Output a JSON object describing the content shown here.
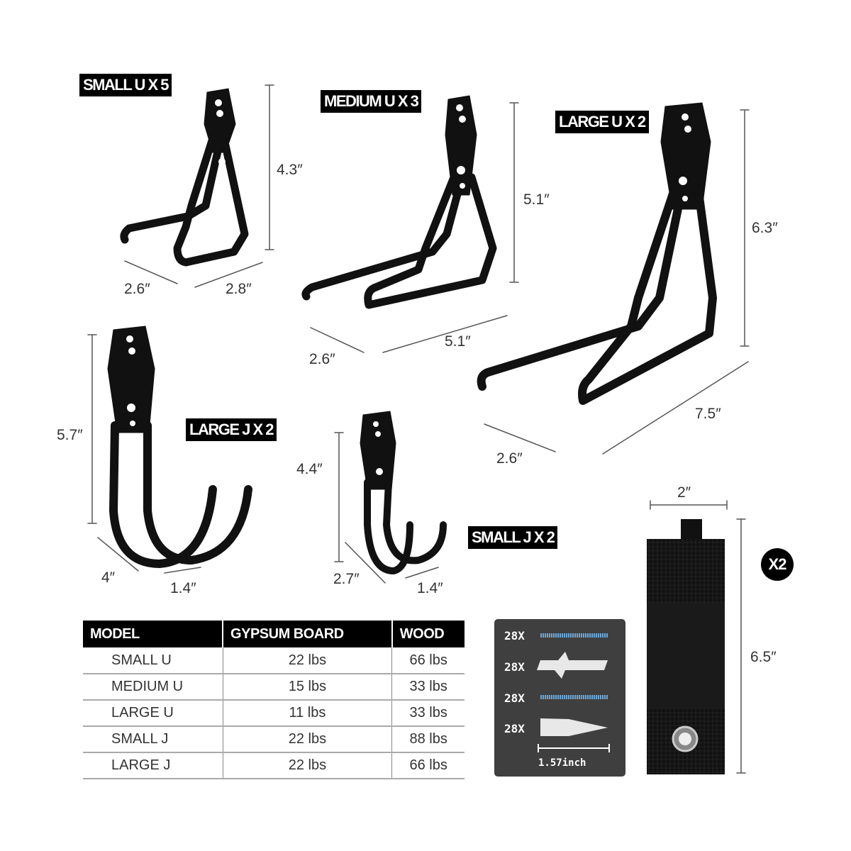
{
  "hooks": {
    "small_u": {
      "label": "SMALL U X 5",
      "height": "4.3″",
      "depth1": "2.6″",
      "depth2": "2.8″"
    },
    "medium_u": {
      "label": "MEDIUM U X 3",
      "height": "5.1″",
      "depth1": "2.6″",
      "depth2": "5.1″"
    },
    "large_u": {
      "label": "LARGE U X 2",
      "height": "6.3″",
      "depth1": "2.6″",
      "depth2": "7.5″"
    },
    "large_j": {
      "label": "LARGE J X 2",
      "height": "5.7″",
      "depth1": "4″",
      "depth2": "1.4″"
    },
    "small_j": {
      "label": "SMALL J X 2",
      "height": "4.4″",
      "depth1": "2.7″",
      "depth2": "1.4″"
    }
  },
  "strap": {
    "width": "2″",
    "height": "6.5″",
    "qty": "X2"
  },
  "screws": {
    "items": [
      "28X",
      "28X",
      "28X",
      "28X"
    ],
    "length": "1.57inch"
  },
  "table": {
    "headers": [
      "MODEL",
      "GYPSUM BOARD",
      "WOOD"
    ],
    "rows": [
      [
        "SMALL U",
        "22 lbs",
        "66 lbs"
      ],
      [
        "MEDIUM U",
        "15 lbs",
        "33 lbs"
      ],
      [
        "LARGE U",
        "11 lbs",
        "33 lbs"
      ],
      [
        "SMALL J",
        "22 lbs",
        "88 lbs"
      ],
      [
        "LARGE J",
        "22 lbs",
        "66 lbs"
      ]
    ]
  }
}
